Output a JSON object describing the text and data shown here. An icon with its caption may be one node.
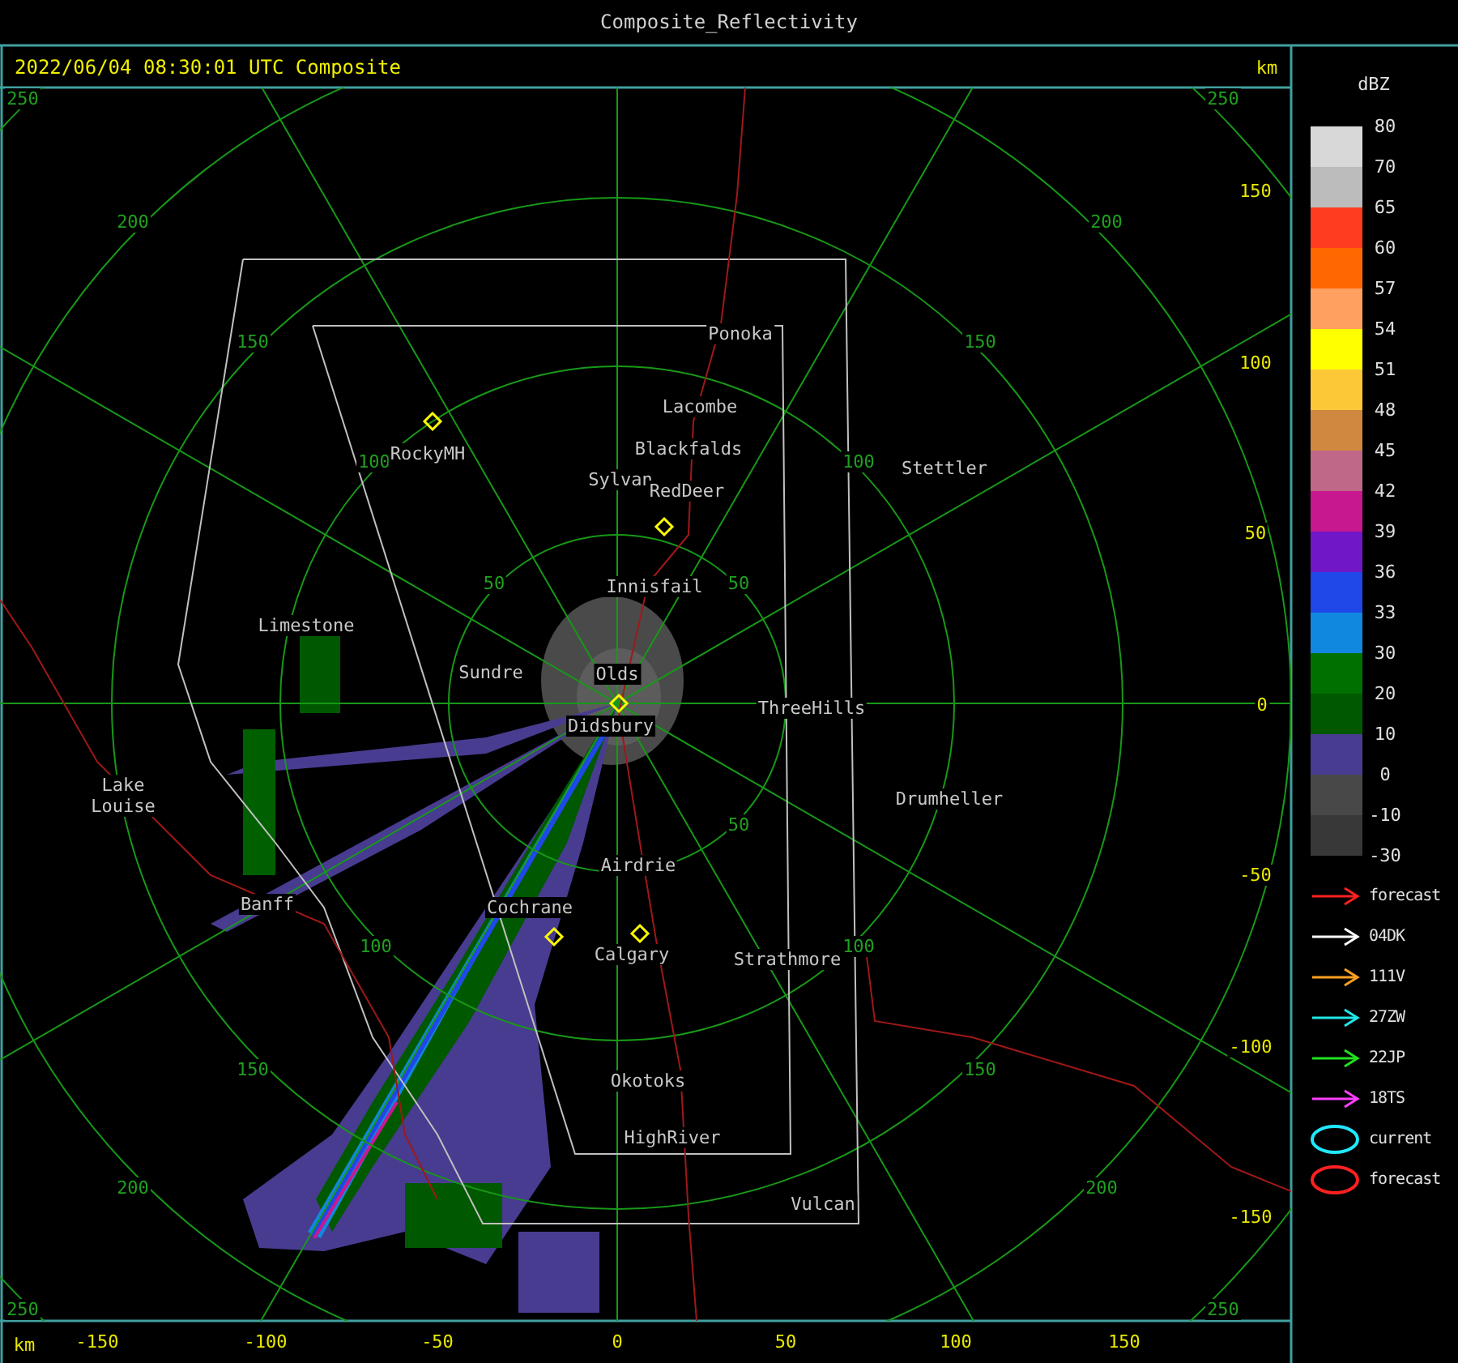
{
  "diagram": {
    "title": "Composite_Reflectivity",
    "labels": [
      "2022/06/04 08:30:01 UTC Composite",
      "km",
      "250",
      "250",
      "200",
      "200",
      "150",
      "150",
      "100",
      "100",
      "50",
      "50",
      "150",
      "100",
      "50",
      "0",
      "-50",
      "-100",
      "-150",
      "Ponoka",
      "Lacombe",
      "RockyMH",
      "Blackfalds",
      "Stettler",
      "Sylvan",
      "RedDeer",
      "Innisfail",
      "Limestone",
      "Sundre",
      "Olds",
      "ThreeHills",
      "Didsbury",
      "Lake Louise",
      "Drumheller",
      "Airdrie",
      "Banff",
      "Cochrane",
      "Calgary",
      "Strathmore",
      "Okotoks",
      "HighRiver",
      "Vulcan",
      "50",
      "100",
      "100",
      "150",
      "150",
      "200",
      "200",
      "250",
      "250",
      "km",
      "-150",
      "-100",
      "-50",
      "0",
      "50",
      "100",
      "150",
      "dBZ",
      "-30"
    ],
    "legend": [
      {
        "text": "80",
        "color": "#d8d8d8"
      },
      {
        "text": "70",
        "color": "#bcbcbc"
      },
      {
        "text": "65",
        "color": "#ff3c20"
      },
      {
        "text": "60",
        "color": "#ff6800"
      },
      {
        "text": "57",
        "color": "#ffa060"
      },
      {
        "text": "54",
        "color": "#ffff00"
      },
      {
        "text": "51",
        "color": "#fcc838"
      },
      {
        "text": "48",
        "color": "#d08840"
      },
      {
        "text": "45",
        "color": "#c06888"
      },
      {
        "text": "42",
        "color": "#c81890"
      },
      {
        "text": "39",
        "color": "#7018c8"
      },
      {
        "text": "36",
        "color": "#2048e8"
      },
      {
        "text": "33",
        "color": "#1088e0"
      },
      {
        "text": "30",
        "color": "#007000"
      },
      {
        "text": "20",
        "color": "#005800"
      },
      {
        "text": "10",
        "color": "#483c90"
      },
      {
        "text": "0",
        "color": "#484848"
      },
      {
        "text": "-10",
        "color": "#383838"
      },
      {
        "text": "forecast"
      },
      {
        "text": "04DK"
      },
      {
        "text": "111V"
      },
      {
        "text": "27ZW"
      },
      {
        "text": "22JP"
      },
      {
        "text": "18TS"
      },
      {
        "text": "current"
      },
      {
        "text": "forecast"
      }
    ]
  }
}
